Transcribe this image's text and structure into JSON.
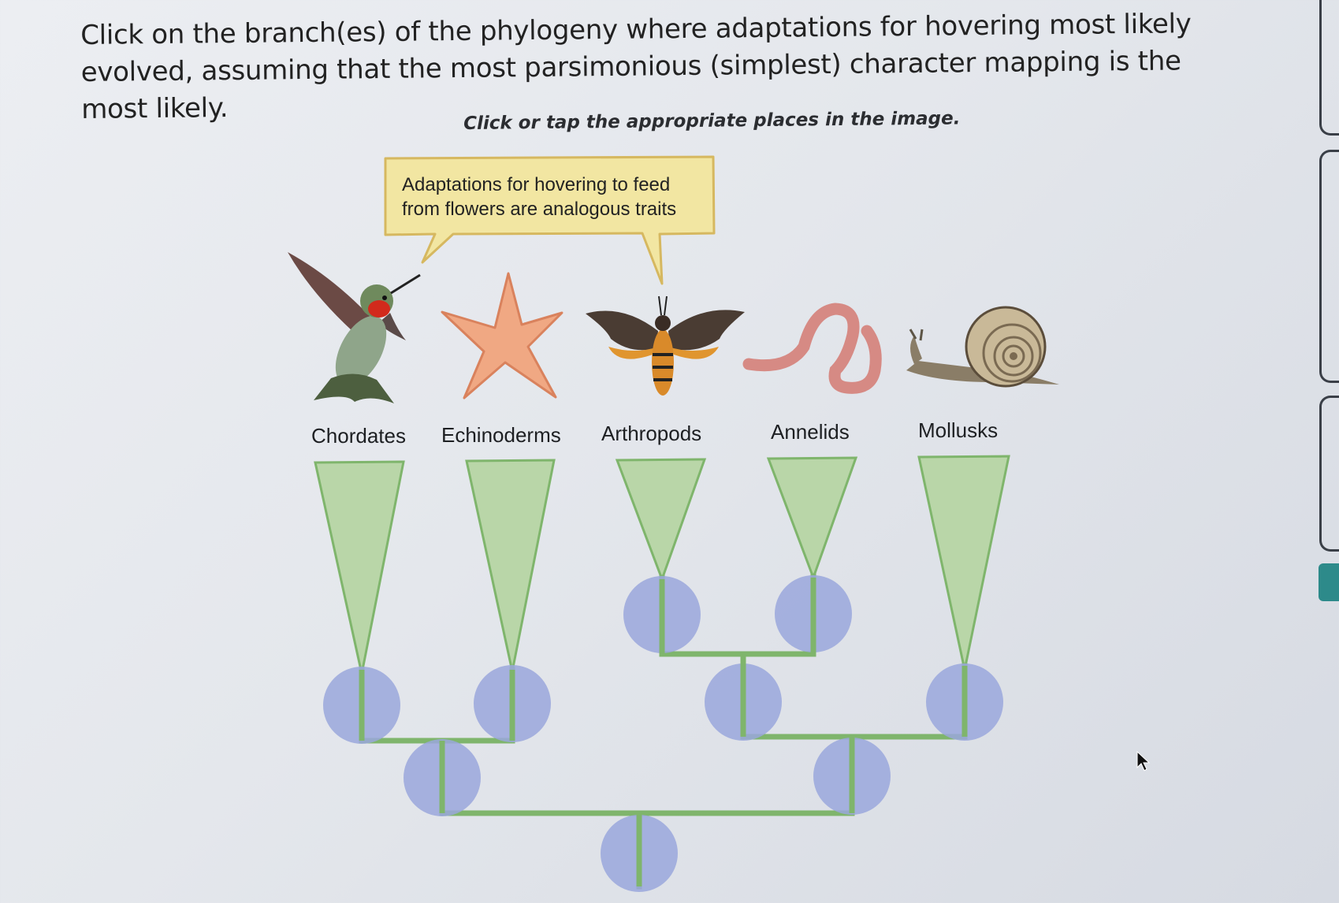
{
  "question": {
    "text": "Click on the branch(es) of the phylogeny where adaptations for hovering most likely evolved, assuming that the most parsimonious (simplest) character mapping is the most likely."
  },
  "instruction": "Click or tap the appropriate places in the image.",
  "callout": {
    "line1": "Adaptations for hovering to feed",
    "line2": "from flowers are analogous traits"
  },
  "taxa": [
    {
      "label": "Chordates",
      "organism": "hummingbird"
    },
    {
      "label": "Echinoderms",
      "organism": "starfish"
    },
    {
      "label": "Arthropods",
      "organism": "moth"
    },
    {
      "label": "Annelids",
      "organism": "earthworm"
    },
    {
      "label": "Mollusks",
      "organism": "snail"
    }
  ],
  "colors": {
    "branch": "#7fb56c",
    "clade_fill": "#b9d6a8",
    "node_fill": "#9aa7dc",
    "callout_fill": "#f2e6a2",
    "callout_border": "#d6b860",
    "accent_button": "#2d8a8a"
  }
}
